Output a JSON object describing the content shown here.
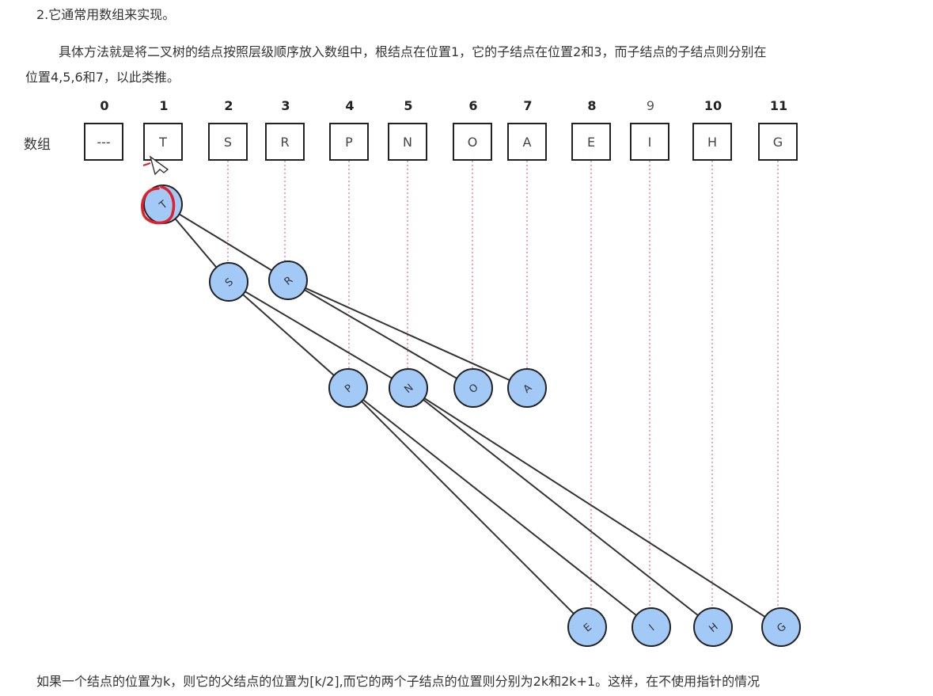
{
  "heading": "2.它通常用数组来实现。",
  "paragraph1": [
    "具体方法就是将二叉树的结点按照层级顺序放入数组中，根结点在位置1，它的子结点在位置2和3，而子结点的子结点则分别在",
    "位置4,5,6和7，以此类推。"
  ],
  "array": {
    "label": "数组",
    "indices": [
      "0",
      "1",
      "2",
      "3",
      "4",
      "5",
      "6",
      "7",
      "8",
      "9",
      "10",
      "11"
    ],
    "values": [
      "---",
      "T",
      "S",
      "R",
      "P",
      "N",
      "O",
      "A",
      "E",
      "I",
      "H",
      "G"
    ]
  },
  "tree": {
    "nodes": [
      "T",
      "S",
      "R",
      "P",
      "N",
      "O",
      "A",
      "E",
      "I",
      "H",
      "G"
    ],
    "node_color": "#a3c9f7",
    "link_color": "#e8889a",
    "highlight_color": "#e0202a"
  },
  "paragraph2": "如果一个结点的位置为k，则它的父结点的位置为[k/2],而它的两个子结点的位置则分别为2k和2k+1。这样，在不使用指针的情况"
}
